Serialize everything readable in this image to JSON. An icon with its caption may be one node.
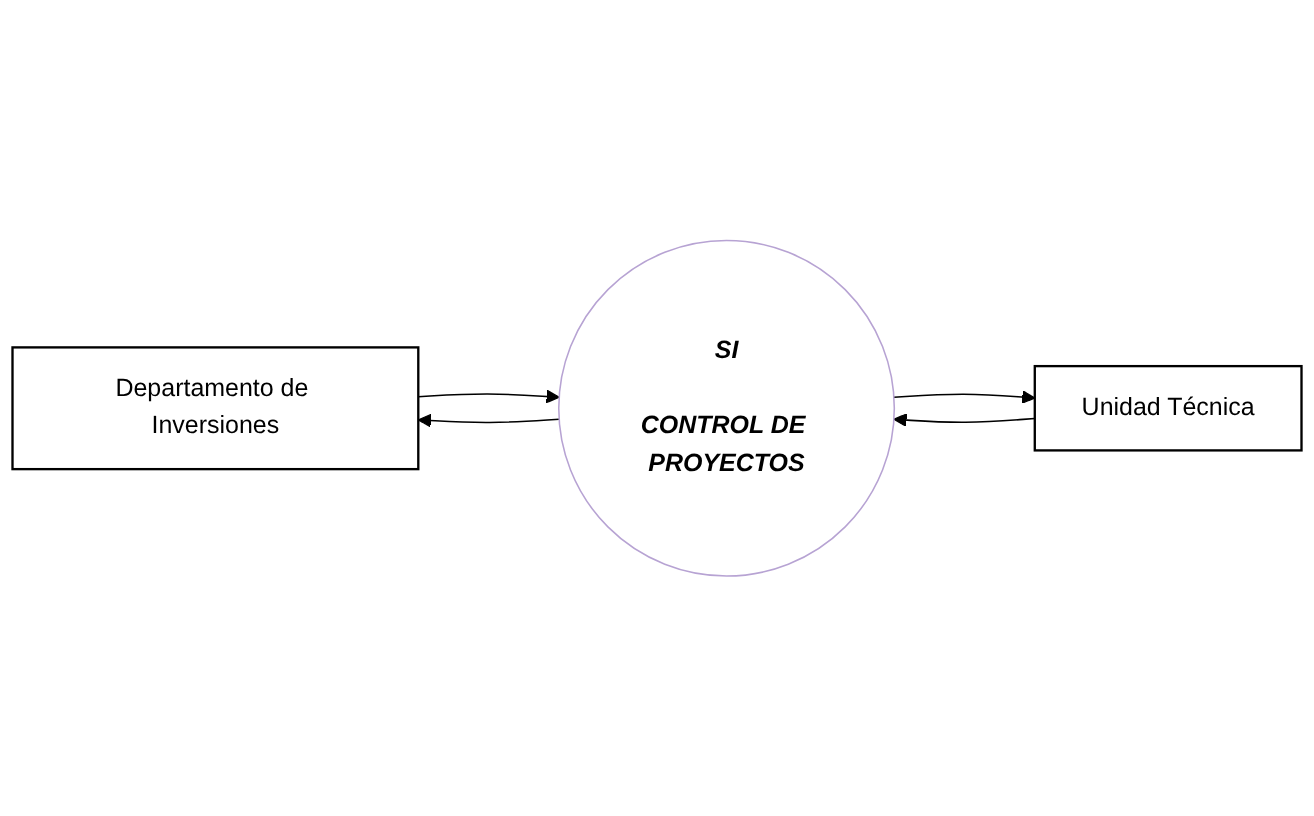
{
  "diagram": {
    "nodes": [
      {
        "text": [
          "Departamento de Inversiones"
        ]
      },
      {
        "text": [
          "SI",
          "CONTROL DE PROYECTOS"
        ]
      },
      {
        "text": [
          "Unidad Técnica"
        ]
      }
    ],
    "edges": [
      {
        "from": 1,
        "to": 0,
        "arrow": "to"
      },
      {
        "from": 0,
        "to": 1,
        "arrow": "to"
      },
      {
        "from": 1,
        "to": 2,
        "arrow": "to"
      },
      {
        "from": 2,
        "to": 1,
        "arrow": "to"
      }
    ]
  }
}
